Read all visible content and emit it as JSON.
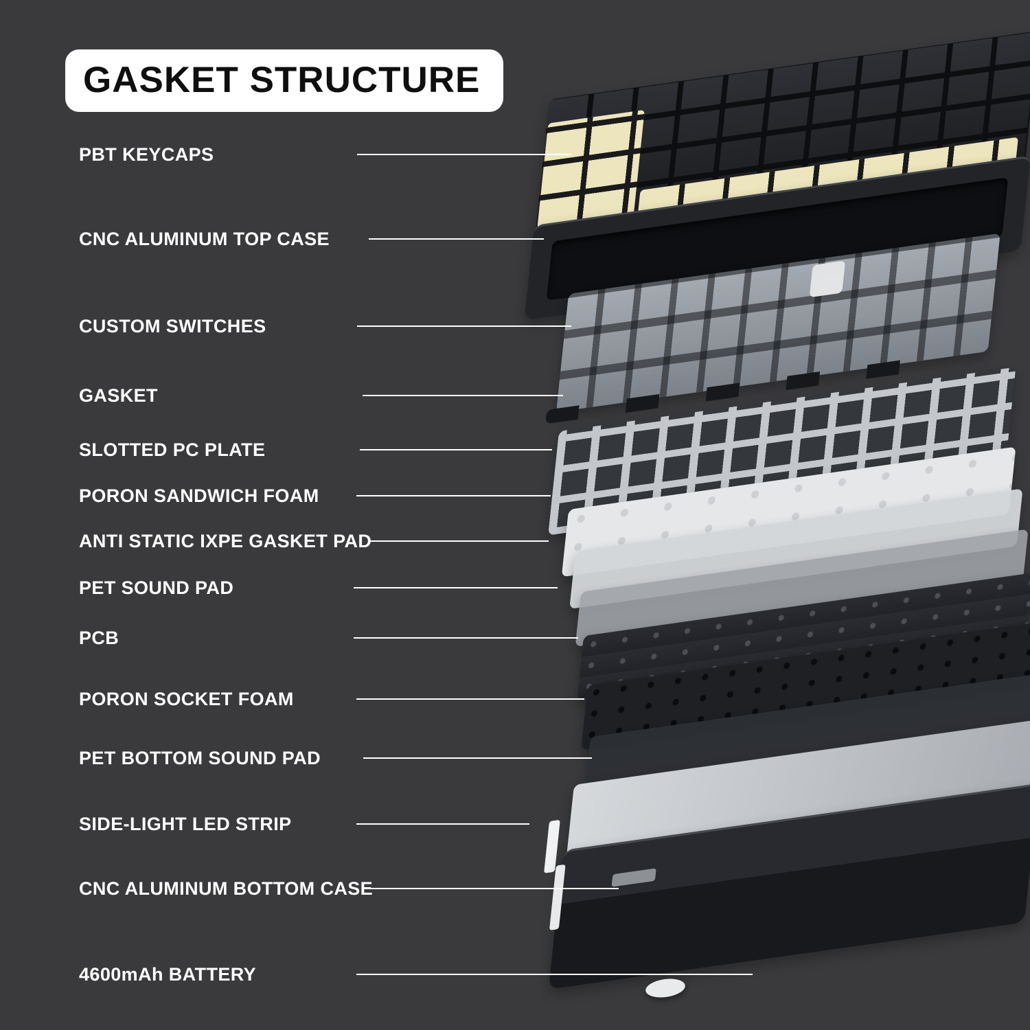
{
  "title": "GASKET STRUCTURE",
  "colors": {
    "bg": "#3a3a3c",
    "title_bg": "#ffffff",
    "title_text": "#0f0f0f",
    "label_text": "#ffffff",
    "line": "#ffffff",
    "keycap_cream": "#ece5bd",
    "case_dark": "#232428",
    "plate_light": "#c9cdd1",
    "foam_white": "#e6e7e9",
    "ixpe_gray": "#d4d7da",
    "pet_gray": "#a0a4a9",
    "foam_black": "#1e2024",
    "pet_black": "#2d3035",
    "diffuser_light": "#d6d9dc",
    "case_black": "#282a2f",
    "battery_white": "#e9eaeb"
  },
  "labels": [
    {
      "text": "PBT KEYCAPS"
    },
    {
      "text": "CNC ALUMINUM TOP CASE"
    },
    {
      "text": "CUSTOM SWITCHES"
    },
    {
      "text": "GASKET"
    },
    {
      "text": "SLOTTED PC PLATE"
    },
    {
      "text": "PORON SANDWICH FOAM"
    },
    {
      "text": "ANTI STATIC IXPE GASKET PAD"
    },
    {
      "text": "PET SOUND PAD"
    },
    {
      "text": "PCB"
    },
    {
      "text": "PORON SOCKET FOAM"
    },
    {
      "text": "PET BOTTOM SOUND PAD"
    },
    {
      "text": "SIDE-LIGHT LED STRIP"
    },
    {
      "text": "CNC ALUMINUM BOTTOM CASE"
    },
    {
      "text": "4600mAh BATTERY"
    }
  ]
}
